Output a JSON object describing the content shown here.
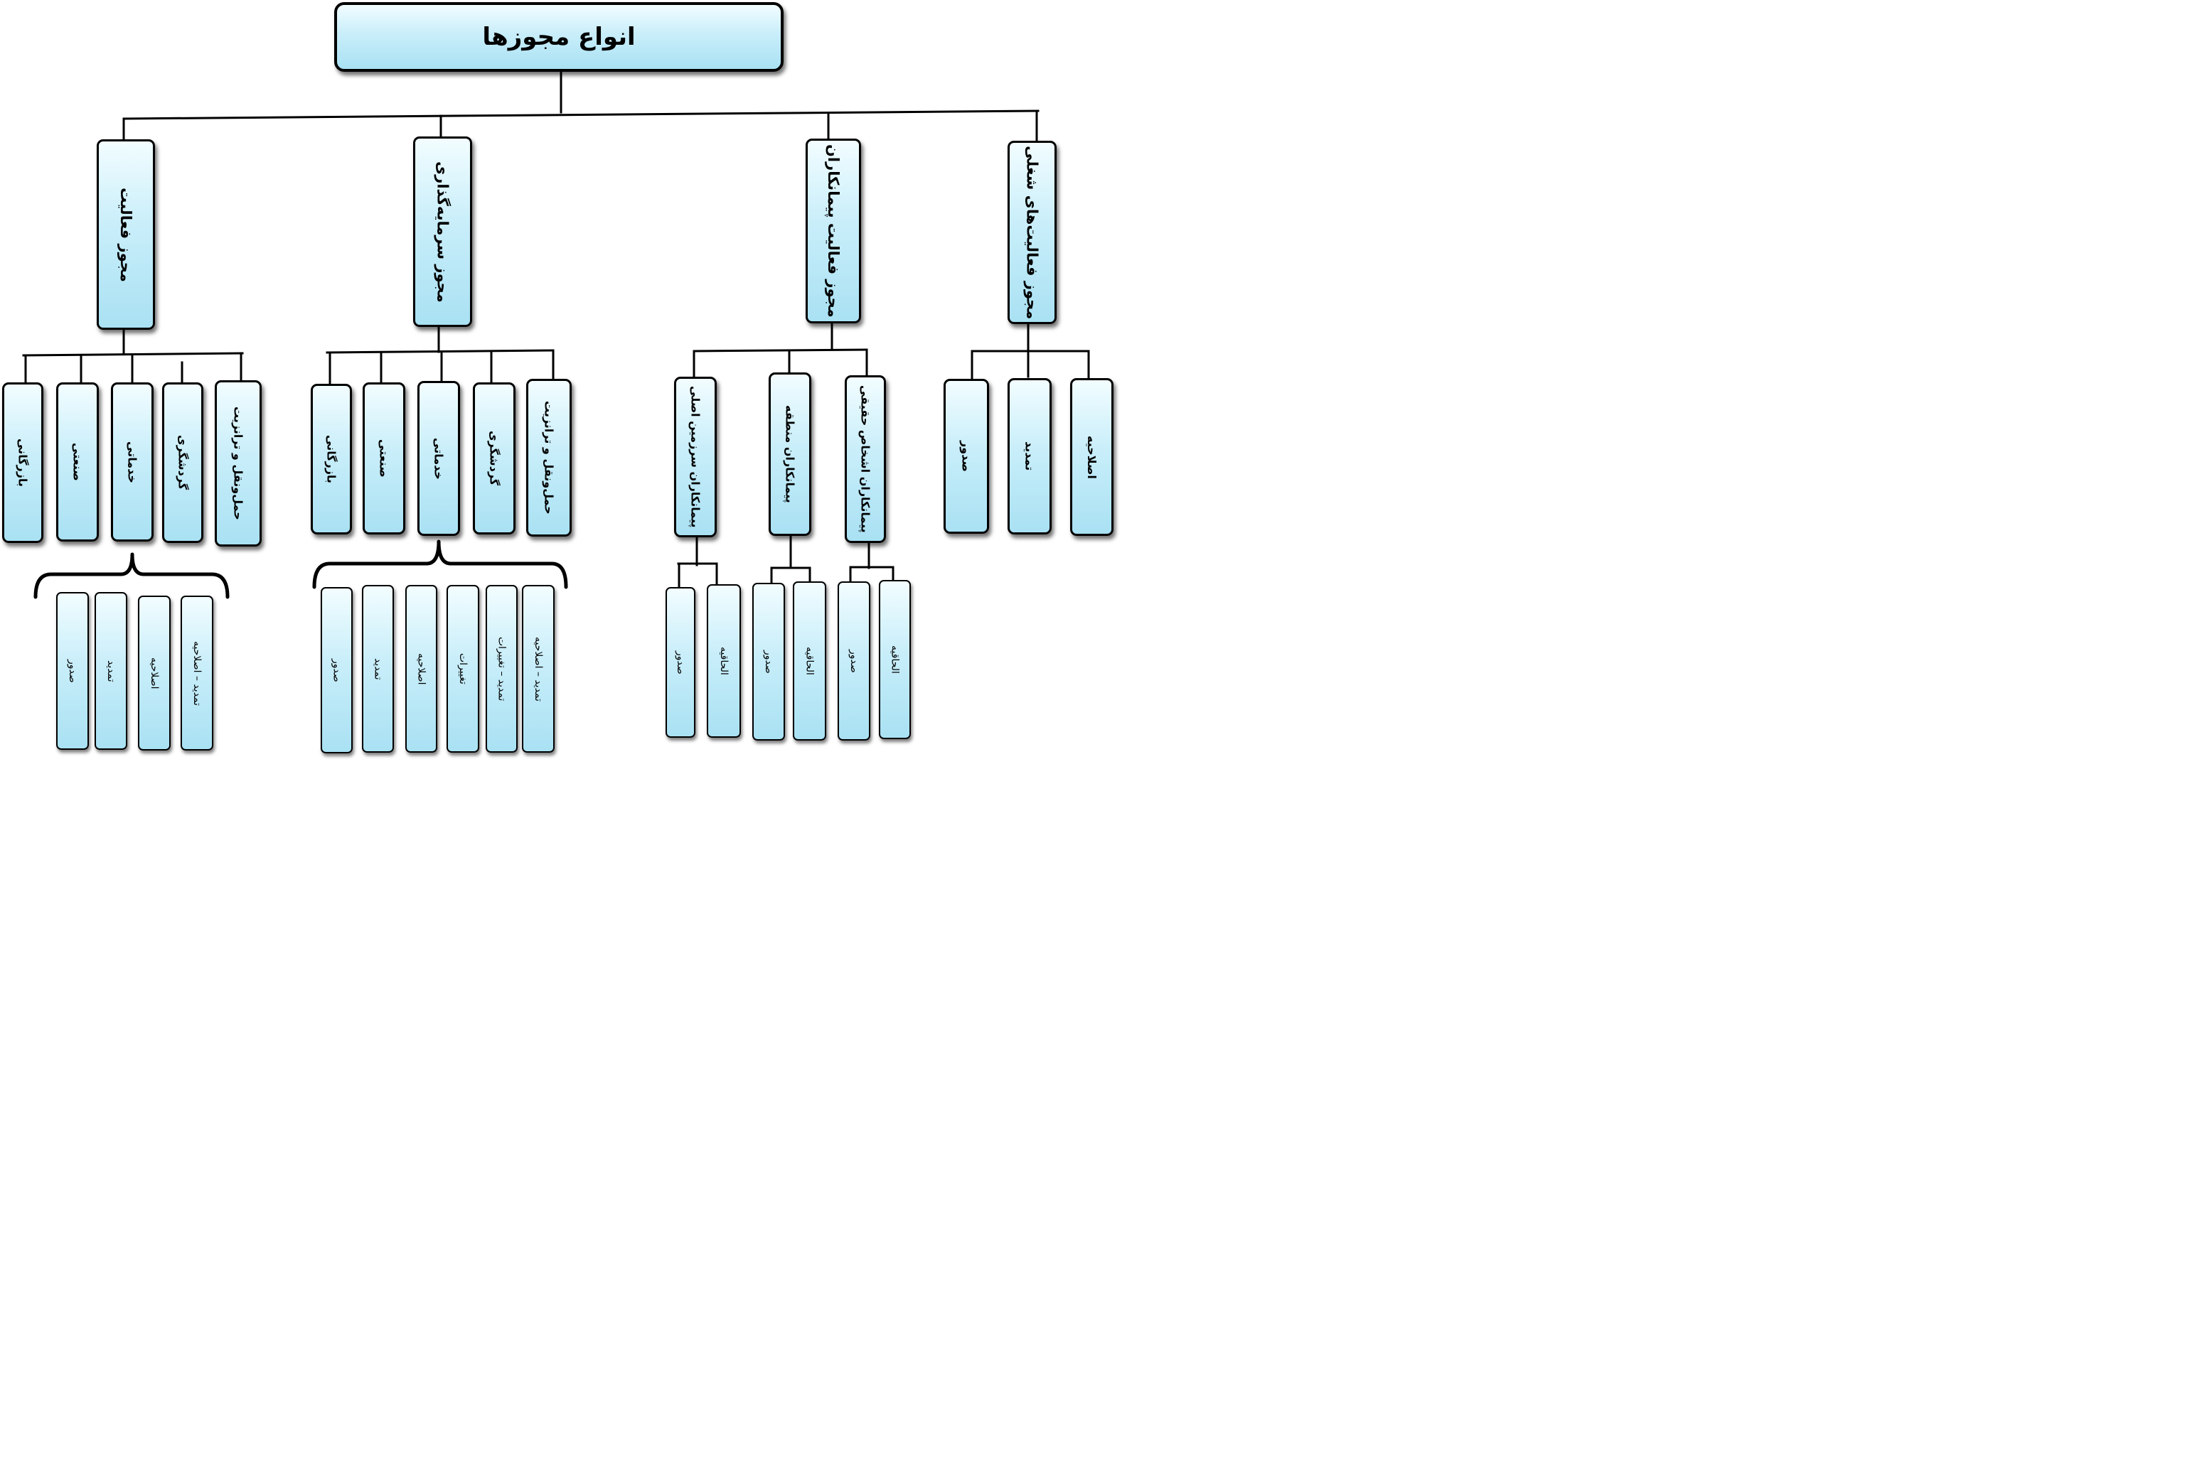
{
  "title": "انواع مجوزها",
  "categories": {
    "activity": {
      "label": "مجوز فعالیت",
      "sectors": [
        "بازرگانی",
        "صنعتی",
        "خدماتی",
        "گردشگری",
        "حمل‌ونقل و ترانزیت"
      ],
      "actions": [
        "صدور",
        "تمدید",
        "اصلاحیه",
        "تمدید – اصلاحیه"
      ]
    },
    "investment": {
      "label": "مجوز سرمایه‌گذاری",
      "sectors": [
        "بازرگانی",
        "صنعتی",
        "خدماتی",
        "گردشگری",
        "حمل‌ونقل و ترانزیت"
      ],
      "actions": [
        "صدور",
        "تمدید",
        "اصلاحیه",
        "تغییرات",
        "تمدید – تغییرات",
        "تمدید – اصلاحیه"
      ]
    },
    "contractors": {
      "label": "مجوز فعالیت پیمانکاران",
      "types": [
        "پیمانکاران سرزمین اصلی",
        "پیمانکاران منطقه",
        "پیمانکاران اشخاص حقیقی"
      ],
      "actions": [
        "صدور",
        "الحاقیه"
      ]
    },
    "jobs": {
      "label": "مجوز فعالیت‌های شغلی",
      "actions": [
        "صدور",
        "تمدید",
        "اصلاحیه"
      ]
    }
  }
}
